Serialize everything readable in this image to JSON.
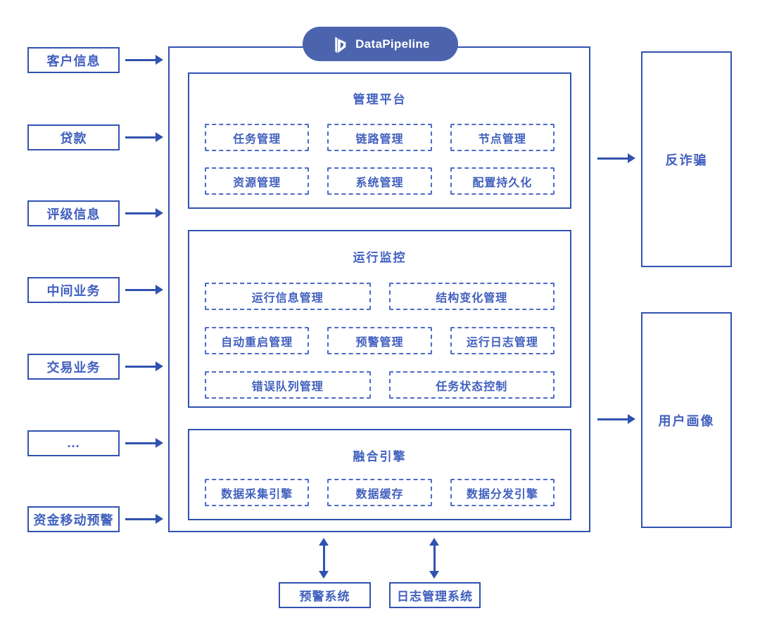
{
  "pill": {
    "label": "DataPipeline"
  },
  "sources": [
    "客户信息",
    "贷款",
    "评级信息",
    "中间业务",
    "交易业务",
    "...",
    "资金移动预警"
  ],
  "panels": {
    "management": {
      "title": "管理平台",
      "rows": [
        [
          "任务管理",
          "链路管理",
          "节点管理"
        ],
        [
          "资源管理",
          "系统管理",
          "配置持久化"
        ]
      ]
    },
    "monitoring": {
      "title": "运行监控",
      "rows": [
        [
          "运行信息管理",
          "结构变化管理"
        ],
        [
          "自动重启管理",
          "预警管理",
          "运行日志管理"
        ],
        [
          "错误队列管理",
          "任务状态控制"
        ]
      ]
    },
    "engine": {
      "title": "融合引擎",
      "rows": [
        [
          "数据采集引擎",
          "数据缓存",
          "数据分发引擎"
        ]
      ]
    }
  },
  "targets": [
    "反诈骗",
    "用户画像"
  ],
  "bottom_systems": [
    "预警系统",
    "日志管理系统"
  ],
  "colors": {
    "solid": "#3152b0",
    "text": "#4160bf",
    "dashed": "#4d6bc8",
    "pill_bg": "#4c64ae",
    "pill_text": "#ffffff"
  }
}
